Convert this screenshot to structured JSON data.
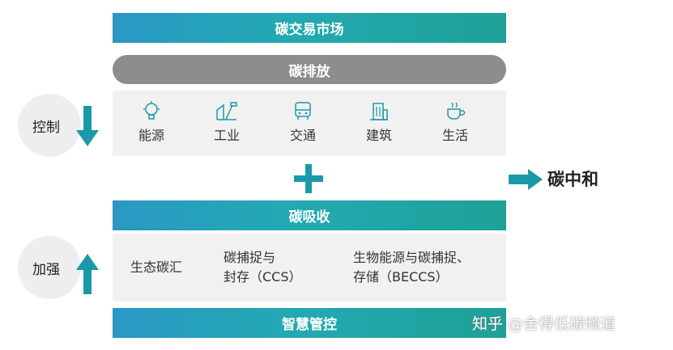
{
  "top_bar": {
    "label": "碳交易市场"
  },
  "emission": {
    "label": "碳排放",
    "side_label": "控制",
    "items": [
      {
        "label": "能源",
        "icon": "bulb-icon"
      },
      {
        "label": "工业",
        "icon": "factory-icon"
      },
      {
        "label": "交通",
        "icon": "bus-icon"
      },
      {
        "label": "建筑",
        "icon": "building-icon"
      },
      {
        "label": "生活",
        "icon": "cup-icon"
      }
    ]
  },
  "result": {
    "label": "碳中和"
  },
  "absorption": {
    "label": "碳吸收",
    "side_label": "加强",
    "items": [
      {
        "line1": "生态碳汇",
        "line2": ""
      },
      {
        "line1": "碳捕捉与",
        "line2": "封存（CCS）"
      },
      {
        "line1": "生物能源与碳捕捉、",
        "line2": "存储（BECCS）"
      }
    ]
  },
  "bottom_bar": {
    "label": "智慧管控"
  },
  "watermark": {
    "label": "知乎 @舍得低碳频道"
  },
  "colors": {
    "teal": "#1a9aa8",
    "blue": "#2a98c4",
    "grey": "#8d8d8d"
  }
}
